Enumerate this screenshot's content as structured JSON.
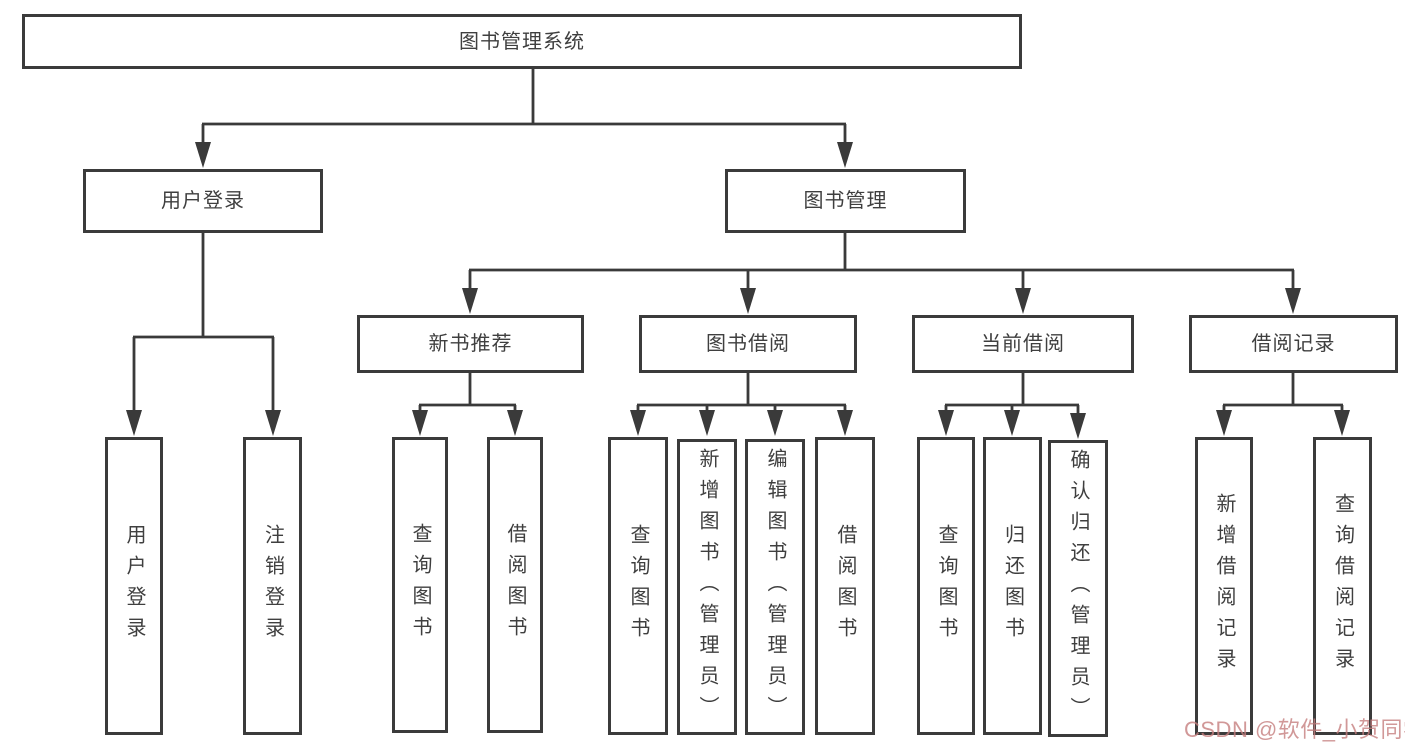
{
  "tree": {
    "label": "图书管理系统",
    "children": [
      {
        "label": "用户登录",
        "children": [
          {
            "label": "用户登录"
          },
          {
            "label": "注销登录"
          }
        ]
      },
      {
        "label": "图书管理",
        "children": [
          {
            "label": "新书推荐",
            "children": [
              {
                "label": "查询图书"
              },
              {
                "label": "借阅图书"
              }
            ]
          },
          {
            "label": "图书借阅",
            "children": [
              {
                "label": "查询图书"
              },
              {
                "label": "新增图书（管理员）"
              },
              {
                "label": "编辑图书（管理员）"
              },
              {
                "label": "借阅图书"
              }
            ]
          },
          {
            "label": "当前借阅",
            "children": [
              {
                "label": "查询图书"
              },
              {
                "label": "归还图书"
              },
              {
                "label": "确认归还（管理员）"
              }
            ]
          },
          {
            "label": "借阅记录",
            "children": [
              {
                "label": "新增借阅记录"
              },
              {
                "label": "查询借阅记录"
              }
            ]
          }
        ]
      }
    ]
  },
  "watermark": {
    "text": "CSDN @软件_小贺同学"
  },
  "colors": {
    "line": "#3a3a3a",
    "box_border": "#3b3b3b",
    "text": "#3f3f3f",
    "watermark": "#c57e7e"
  }
}
